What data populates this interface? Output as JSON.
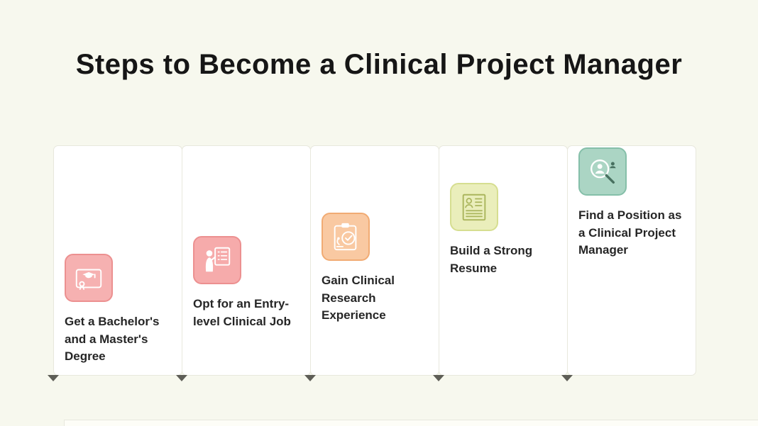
{
  "title": "Steps to Become a Clinical Project Manager",
  "steps": [
    {
      "label": "Get a Bachelor's and a Master's Degree",
      "icon": "diploma-icon",
      "icon_fill": "#f6b1b1",
      "icon_border": "#ec9090",
      "icon_stroke": "#ffffff"
    },
    {
      "label": "Opt for an Entry-level Clinical Job",
      "icon": "presentation-icon",
      "icon_fill": "#f6abab",
      "icon_border": "#ec9090",
      "icon_stroke": "#ffffff"
    },
    {
      "label": "Gain Clinical Research Experience",
      "icon": "clinical-research-icon",
      "icon_fill": "#f9c9a2",
      "icon_border": "#f1ab73",
      "icon_stroke": "#ffffff"
    },
    {
      "label": "Build a Strong Resume",
      "icon": "resume-icon",
      "icon_fill": "#eaeebb",
      "icon_border": "#d6de90",
      "icon_stroke": "#aab55c"
    },
    {
      "label": "Find a Position as a Clinical Project Manager",
      "icon": "job-search-icon",
      "icon_fill": "#abd5c4",
      "icon_border": "#85bfa9",
      "icon_stroke": "#ffffff"
    }
  ],
  "colors": {
    "background": "#f7f8ee",
    "panel": "#ffffff",
    "panel_border": "#e8e8dd",
    "text": "#262626",
    "title": "#161616",
    "pointer": "#5e5e57",
    "search_handle": "#47705f"
  }
}
